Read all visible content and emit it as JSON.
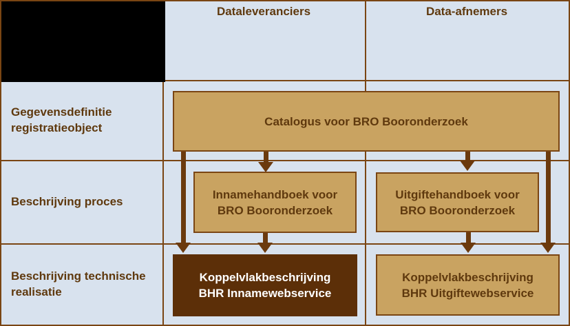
{
  "diagram": {
    "column_headers": [
      {
        "label": "Dataleveranciers"
      },
      {
        "label": "Data-afnemers"
      }
    ],
    "row_labels": [
      {
        "lines": [
          "Gegevensdefinitie",
          "registratieobject"
        ]
      },
      {
        "lines": [
          "Beschrijving proces"
        ]
      },
      {
        "lines": [
          "Beschrijving technische",
          "realisatie"
        ]
      }
    ],
    "boxes": [
      {
        "id": "catalogus",
        "label": "Catalogus voor BRO Booronderzoek",
        "style": "tan"
      },
      {
        "id": "innamehandboek",
        "lines": [
          "Innamehandboek voor",
          "BRO Booronderzoek"
        ],
        "style": "tan"
      },
      {
        "id": "uitgiftehandboek",
        "lines": [
          "Uitgiftehandboek voor",
          "BRO Booronderzoek"
        ],
        "style": "tan"
      },
      {
        "id": "koppelvlak-inname",
        "lines": [
          "Koppelvlakbeschrijving",
          "BHR Innamewebservice"
        ],
        "style": "dark-brown"
      },
      {
        "id": "koppelvlak-uitgifte",
        "lines": [
          "Koppelvlakbeschrijving",
          "BHR Uitgiftewebservice"
        ],
        "style": "tan"
      }
    ],
    "colors": {
      "background_blue": "#d8e2ee",
      "tan_fill": "#c9a361",
      "dark_brown_fill": "#5c2f08",
      "grid_border_brown": "#7a4513",
      "arrow_brown": "#6b3a0e",
      "text_brown": "#5f390e",
      "text_white": "#ffffff",
      "blank_cell_black": "#000000"
    }
  }
}
